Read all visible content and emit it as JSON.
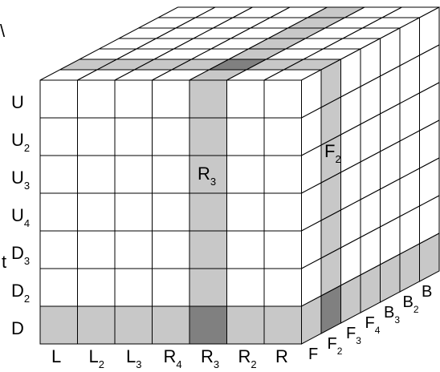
{
  "diagram": {
    "colors": {
      "white": "#ffffff",
      "light_gray": "#c8c8c8",
      "dark_gray": "#808080",
      "line": "#000000"
    },
    "cube_layers": 7,
    "left_labels": [
      {
        "main": "U",
        "sub": ""
      },
      {
        "main": "U",
        "sub": "2"
      },
      {
        "main": "U",
        "sub": "3"
      },
      {
        "main": "U",
        "sub": "4"
      },
      {
        "main": "D",
        "sub": "3"
      },
      {
        "main": "D",
        "sub": "2"
      },
      {
        "main": "D",
        "sub": ""
      }
    ],
    "bottom_labels": [
      {
        "main": "L",
        "sub": ""
      },
      {
        "main": "L",
        "sub": "2"
      },
      {
        "main": "L",
        "sub": "3"
      },
      {
        "main": "R",
        "sub": "4"
      },
      {
        "main": "R",
        "sub": "3"
      },
      {
        "main": "R",
        "sub": "2"
      },
      {
        "main": "R",
        "sub": ""
      }
    ],
    "diagonal_labels": [
      {
        "main": "F",
        "sub": ""
      },
      {
        "main": "F",
        "sub": "2"
      },
      {
        "main": "F",
        "sub": "3"
      },
      {
        "main": "F",
        "sub": "4"
      },
      {
        "main": "B",
        "sub": "3"
      },
      {
        "main": "B",
        "sub": "2"
      },
      {
        "main": "B",
        "sub": ""
      }
    ],
    "edge_fragment_text": "t",
    "slice_labels": {
      "r3": {
        "main": "R",
        "sub": "3"
      },
      "f2": {
        "main": "F",
        "sub": "2"
      }
    },
    "highlighted_slices": {
      "vertical_column": 4,
      "depth_layer": 1,
      "horizontal_row": 6
    }
  }
}
